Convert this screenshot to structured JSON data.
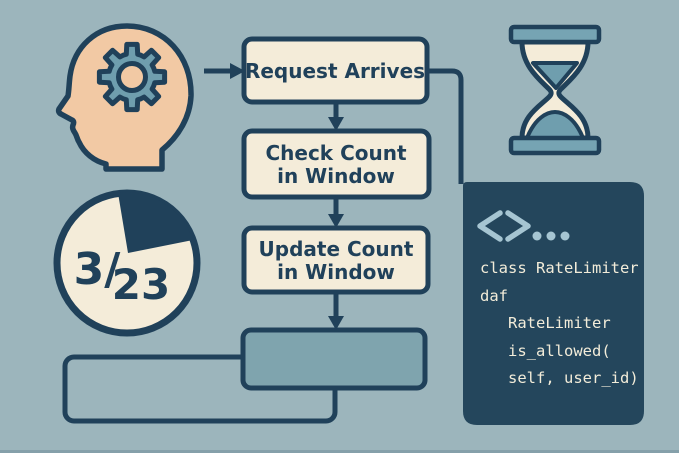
{
  "colors": {
    "background": "#9cb5bc",
    "outline_navy": "#20415a",
    "box_cream": "#f4ecd9",
    "head_peach": "#f2c9a4",
    "icon_teal": "#6f9eae",
    "hourglass_cap_teal": "#76a4b3",
    "result_box_teal": "#7fa4ae",
    "code_panel_bg": "#24465c",
    "code_panel_icon_blue": "#a6c5d2",
    "code_text_cream": "#f2ecd9"
  },
  "icons": {
    "head": "head-with-gear-icon",
    "hourglass": "hourglass-icon",
    "code": "code-brackets-icon",
    "pie": "pie-chart-icon"
  },
  "flowchart": {
    "nodes": [
      {
        "id": "request-arrives",
        "lines": [
          "Request Arrives"
        ]
      },
      {
        "id": "check-count",
        "lines": [
          "Check Count",
          "in Window"
        ]
      },
      {
        "id": "update-count",
        "lines": [
          "Update Count",
          "in Window"
        ]
      },
      {
        "id": "result-filled-box",
        "lines": []
      },
      {
        "id": "result-outline-box",
        "lines": []
      }
    ]
  },
  "pie_chart": {
    "label": "3/23",
    "label_parts": [
      "3/",
      "23"
    ]
  },
  "code_panel": {
    "lines": [
      "class RateLimiter",
      "daf",
      "RateLimiter",
      "is_allowed(",
      "self, user_id)"
    ]
  }
}
